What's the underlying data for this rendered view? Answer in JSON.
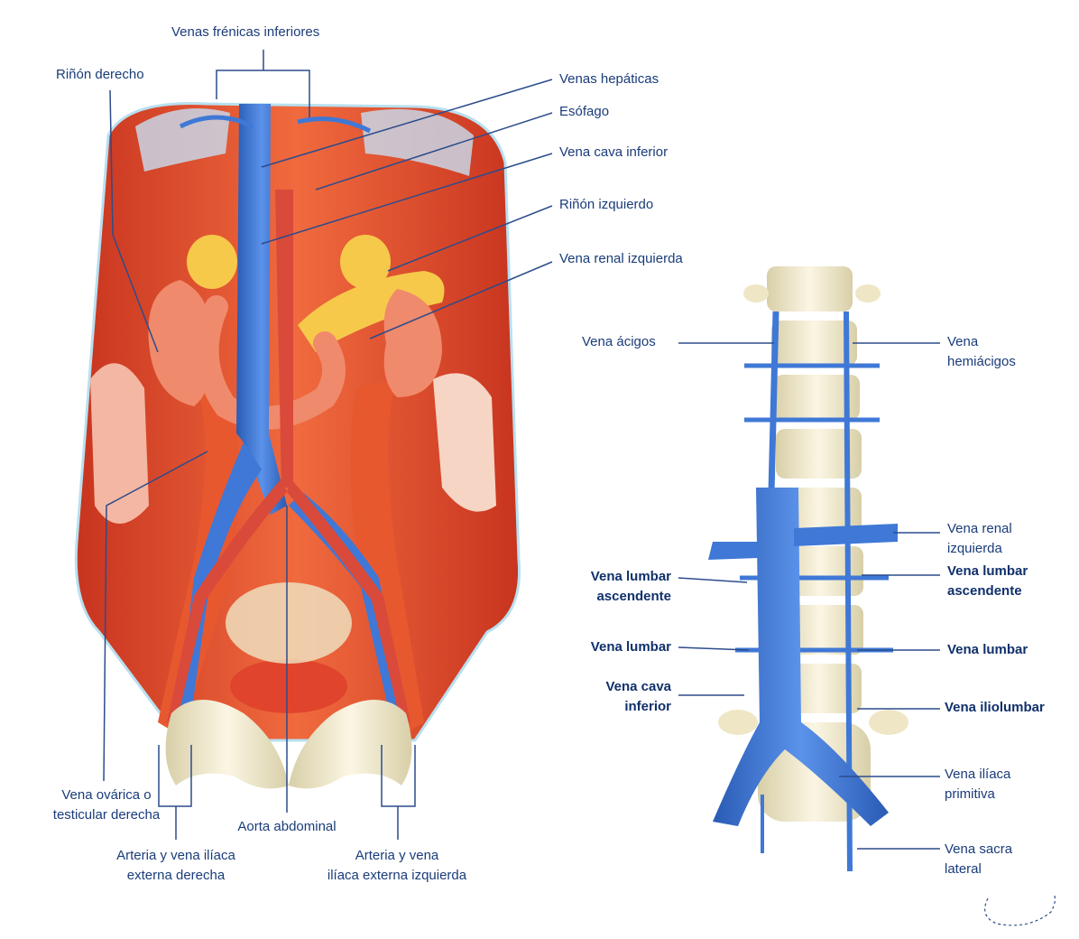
{
  "labels": {
    "venas_frenicas": "Venas frénicas inferiores",
    "rinon_derecho": "Riñón derecho",
    "venas_hepaticas": "Venas hepáticas",
    "esofago": "Esófago",
    "vena_cava_inferior": "Vena cava inferior",
    "rinon_izquierdo": "Riñón izquierdo",
    "vena_renal_izquierda": "Vena renal izquierda",
    "vena_ovarica_l1": "Vena ovárica o",
    "vena_ovarica_l2": "testicular derecha",
    "aorta_abdominal": "Aorta abdominal",
    "arteria_der_l1": "Arteria y vena ilíaca",
    "arteria_der_l2": "externa derecha",
    "arteria_izq_l1": "Arteria y vena",
    "arteria_izq_l2": "ilíaca externa izquierda",
    "vena_acigos": "Vena ácigos",
    "vena_hemiacigos_l1": "Vena",
    "vena_hemiacigos_l2": "hemiácigos",
    "vena_renal_izq_r_l1": "Vena renal",
    "vena_renal_izq_r_l2": "izquierda",
    "lumbar_asc_left_l1": "Vena lumbar",
    "lumbar_asc_left_l2": "ascendente",
    "lumbar_asc_right_l1": "Vena lumbar",
    "lumbar_asc_right_l2": "ascendente",
    "vena_lumbar_left": "Vena lumbar",
    "vena_lumbar_right": "Vena lumbar",
    "cava_r_l1": "Vena cava",
    "cava_r_l2": "inferior",
    "vena_iliolumbar": "Vena iliolumbar",
    "iliaca_primitiva_l1": "Vena ilíaca",
    "iliaca_primitiva_l2": "primitiva",
    "sacra_lateral_l1": "Vena sacra",
    "sacra_lateral_l2": "lateral"
  },
  "colors": {
    "vein": "#3f78d6",
    "vein_dark": "#2a5bb5",
    "muscle": "#e0442c",
    "muscle_light": "#f08a5c",
    "bone": "#efe6c6",
    "fat": "#f6c94a",
    "leader": "#2c4c8c"
  }
}
